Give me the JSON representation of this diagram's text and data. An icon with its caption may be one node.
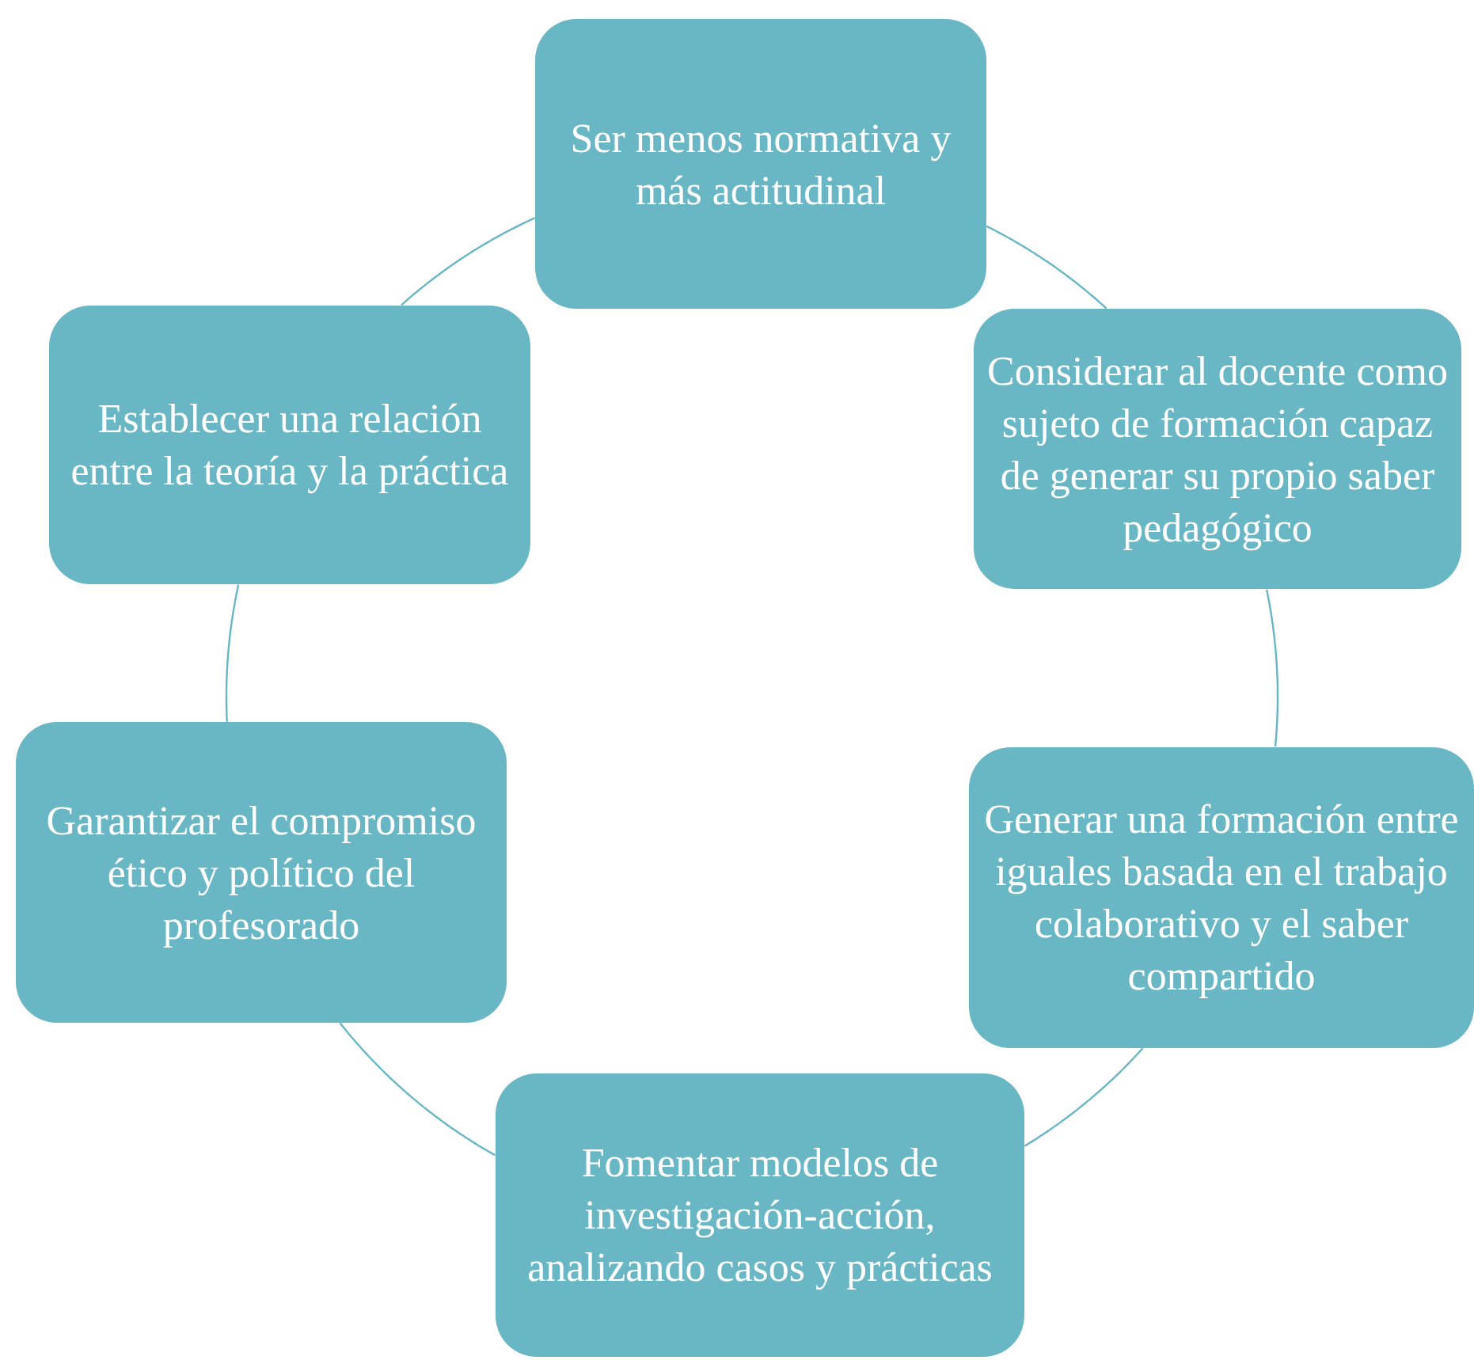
{
  "diagram": {
    "nodes": [
      {
        "text": [
          "Ser menos normativa y más actitudinal"
        ]
      },
      {
        "text": [
          "Considerar al docente como sujeto de formación capaz de generar su propio saber pedagógico"
        ]
      },
      {
        "text": [
          "Generar una formación entre iguales basada en el trabajo colaborativo y el saber compartido"
        ]
      },
      {
        "text": [
          "Fomentar modelos de investigación-acción, analizando casos y prácticas"
        ]
      },
      {
        "text": [
          "Garantizar el compromiso ético y político del profesorado"
        ]
      },
      {
        "text": [
          "Establecer una relación entre la teoría y la práctica"
        ]
      }
    ],
    "edges": [
      {
        "from": 0,
        "to": 1,
        "arrow": "none"
      },
      {
        "from": 1,
        "to": 2,
        "arrow": "none"
      },
      {
        "from": 2,
        "to": 3,
        "arrow": "none"
      },
      {
        "from": 3,
        "to": 4,
        "arrow": "none"
      },
      {
        "from": 4,
        "to": 5,
        "arrow": "none"
      },
      {
        "from": 5,
        "to": 0,
        "arrow": "none"
      }
    ]
  }
}
